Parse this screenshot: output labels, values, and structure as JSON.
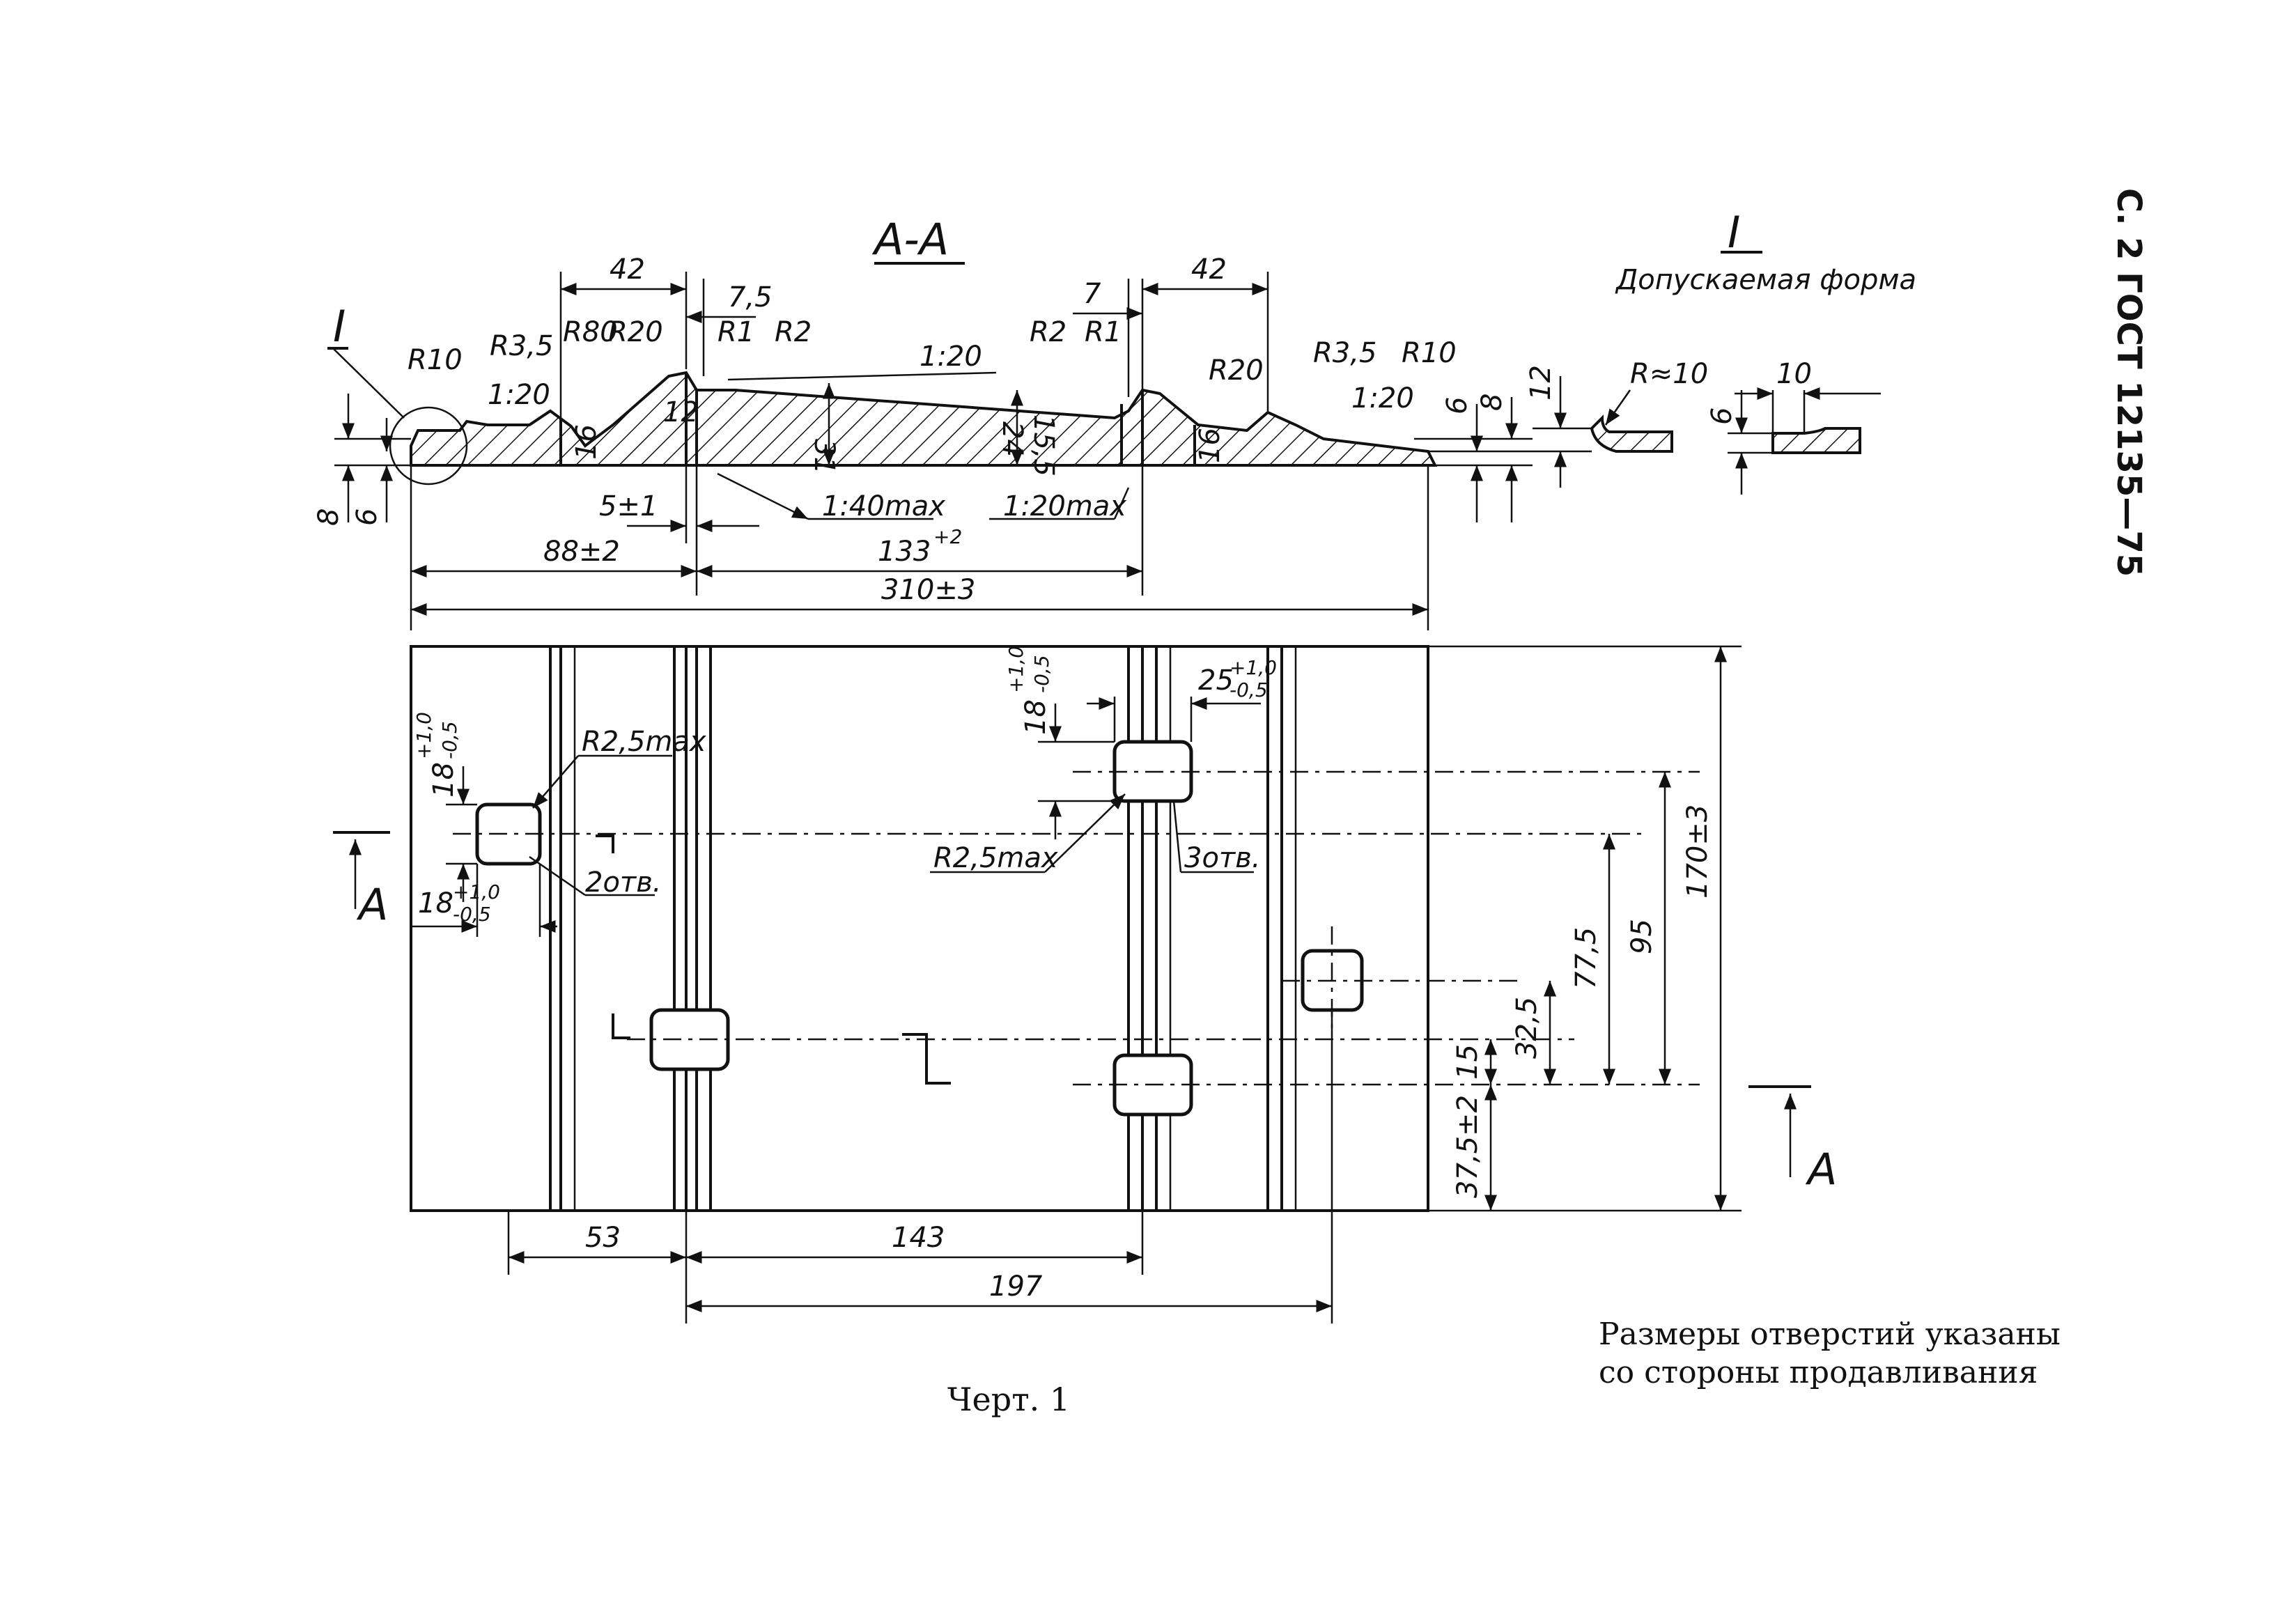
{
  "page_header": "С. 2 ГОСТ 12135—75",
  "section": {
    "title": "А-А",
    "detail_marker": "I",
    "labels": {
      "dim_42_left": "42",
      "dim_75": "7,5",
      "dim_7": "7",
      "dim_42_right": "42",
      "r10_left": "R10",
      "r35_left": "R3,5",
      "r80": "R80",
      "r20_left": "R20",
      "r1_left": "R1",
      "r2_left": "R2",
      "r2_right": "R2",
      "r1_right": "R1",
      "r20_right": "R20",
      "r35_right": "R3,5",
      "r10_right": "R10",
      "slope_top": "1:20",
      "slope_left": "1:20",
      "slope_right": "1:20",
      "slope_140max": "1:40max",
      "slope_120max": "1:20max",
      "h16_left": "16",
      "h12": "12",
      "h31": "31",
      "h24": "24",
      "h155": "15,5",
      "h16_right": "16",
      "h6_right": "6",
      "h8_right": "8",
      "h8_left": "8",
      "h6_left": "6",
      "dim_5": "5±1",
      "dim_88": "88±2",
      "dim_133": "133",
      "dim_133_tol": "+2",
      "dim_310": "310±3"
    }
  },
  "detail": {
    "title": "I",
    "subtitle": "Допускаемая форма",
    "r10": "R≈10",
    "h12": "12",
    "w10": "10",
    "h6": "6"
  },
  "plan": {
    "hole_left_height": "18",
    "hole_left_height_tol_plus": "+1,0",
    "hole_left_height_tol_minus": "-0,5",
    "hole_left_width": "18",
    "hole_left_width_tol_plus": "+1,0",
    "hole_left_width_tol_minus": "-0,5",
    "r25_left": "R2,5max",
    "holes_left": "2отв.",
    "hole_right_height": "18",
    "hole_right_height_tol_plus": "+1,0",
    "hole_right_height_tol_minus": "-0,5",
    "hole_right_width": "25",
    "hole_right_width_tol_plus": "+1,0",
    "hole_right_width_tol_minus": "-0,5",
    "r25_right": "R2,5max",
    "holes_right": "3отв.",
    "section_mark": "A",
    "dim_170": "170±3",
    "dim_95": "95",
    "dim_775": "77,5",
    "dim_325": "32,5",
    "dim_15": "15",
    "dim_375": "37,5±2",
    "dim_53": "53",
    "dim_143": "143",
    "dim_197": "197"
  },
  "note": {
    "line1": "Размеры отверстий указаны",
    "line2": "со стороны продавливания"
  },
  "caption": "Черт. 1"
}
